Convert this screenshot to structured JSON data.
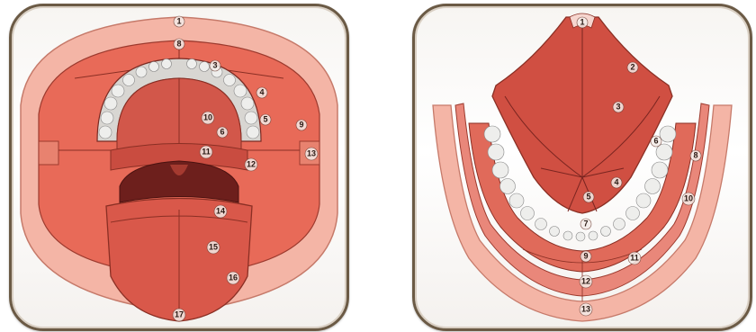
{
  "figure": {
    "left_panel": {
      "labels": [
        "1",
        "8",
        "3",
        "4",
        "5",
        "6",
        "10",
        "9",
        "11",
        "12",
        "13",
        "14",
        "15",
        "16",
        "17"
      ]
    },
    "right_panel": {
      "labels": [
        "1",
        "2",
        "3",
        "4",
        "5",
        "6",
        "7",
        "8",
        "9",
        "10",
        "11",
        "12",
        "13"
      ]
    }
  }
}
